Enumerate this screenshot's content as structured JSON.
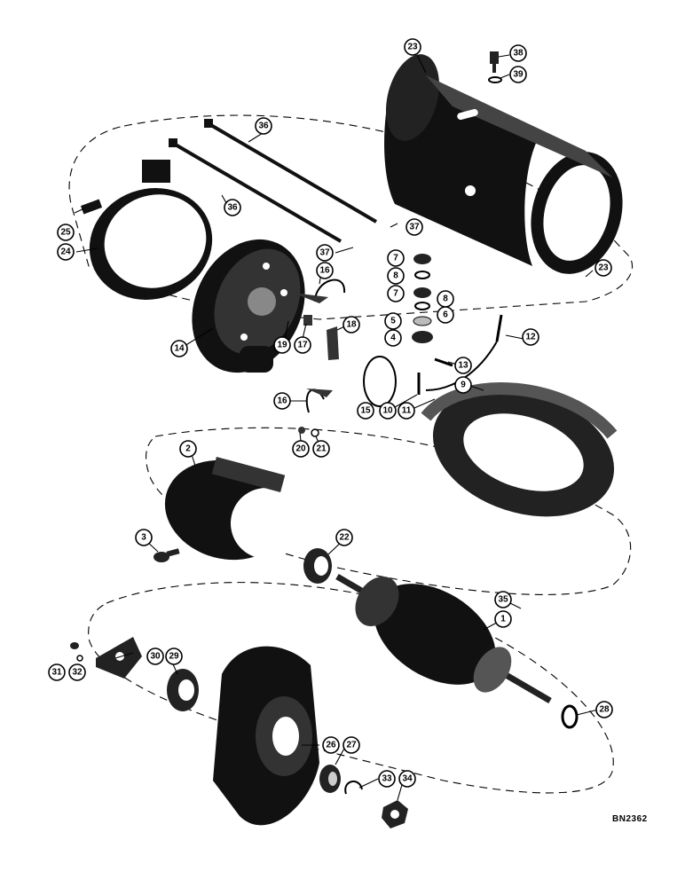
{
  "diagram_ref": "BN2362",
  "callouts": [
    "23",
    "38",
    "39",
    "36",
    "36",
    "25",
    "24",
    "37",
    "37",
    "7",
    "8",
    "7",
    "8",
    "6",
    "5",
    "4",
    "12",
    "16",
    "18",
    "17",
    "19",
    "14",
    "13",
    "9",
    "16",
    "15",
    "10",
    "11",
    "20",
    "21",
    "2",
    "3",
    "22",
    "35",
    "1",
    "31",
    "32",
    "30",
    "29",
    "28",
    "26",
    "27",
    "33",
    "34",
    "23"
  ]
}
